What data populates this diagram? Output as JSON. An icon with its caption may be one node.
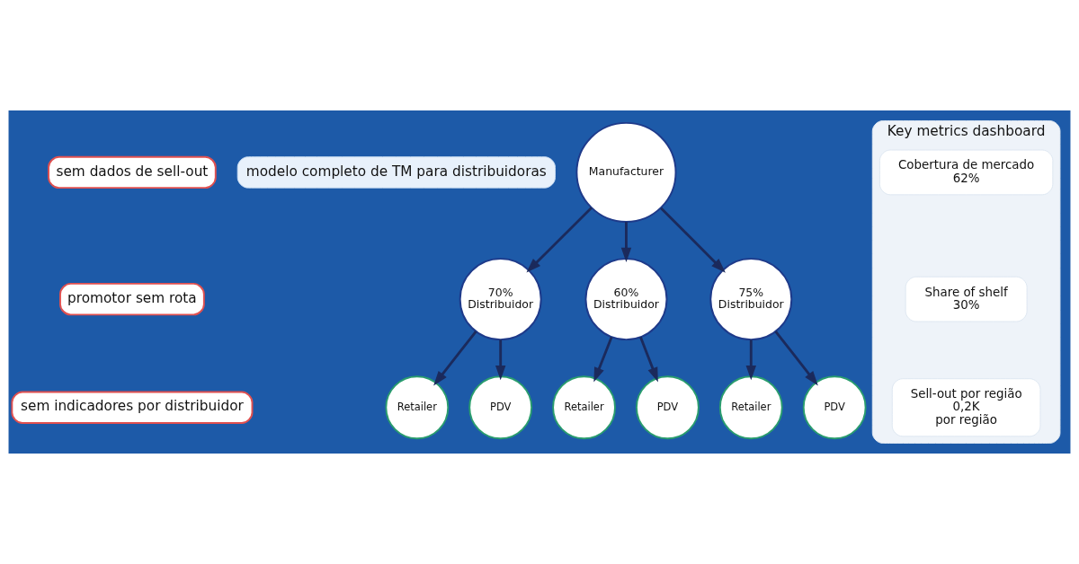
{
  "diagram": {
    "nodes": [
      {
        "text": [
          "sem dados de sell-out"
        ]
      },
      {
        "text": [
          "promotor sem rota"
        ]
      },
      {
        "text": [
          "sem indicadores por distribuidor"
        ]
      },
      {
        "text": [
          "modelo completo de TM para distribuidoras"
        ]
      },
      {
        "text": [
          "Manufacturer"
        ]
      },
      {
        "text": [
          "70%",
          "Distribuidor"
        ]
      },
      {
        "text": [
          "60%",
          "Distribuidor"
        ]
      },
      {
        "text": [
          "75%",
          "Distribuidor"
        ]
      },
      {
        "text": [
          "Retailer"
        ]
      },
      {
        "text": [
          "PDV"
        ]
      },
      {
        "text": [
          "Retailer"
        ]
      },
      {
        "text": [
          "PDV"
        ]
      },
      {
        "text": [
          "Retailer"
        ]
      },
      {
        "text": [
          "PDV"
        ]
      },
      {
        "text": [
          "Key metrics dashboard"
        ]
      },
      {
        "text": [
          "Cobertura de mercado",
          "62%"
        ],
        "in": 14
      },
      {
        "text": [
          "Share of shelf",
          "30%"
        ],
        "in": 14
      },
      {
        "text": [
          "Sell-out por região",
          "0,2K",
          "por região"
        ],
        "in": 14
      }
    ],
    "edges": [
      {
        "from": 4,
        "to": 5,
        "arrow": "to"
      },
      {
        "from": 4,
        "to": 6,
        "arrow": "to"
      },
      {
        "from": 4,
        "to": 7,
        "arrow": "to"
      },
      {
        "from": 5,
        "to": 8,
        "arrow": "to"
      },
      {
        "from": 5,
        "to": 9,
        "arrow": "to"
      },
      {
        "from": 6,
        "to": 10,
        "arrow": "to"
      },
      {
        "from": 6,
        "to": 11,
        "arrow": "to"
      },
      {
        "from": 7,
        "to": 12,
        "arrow": "to"
      },
      {
        "from": 7,
        "to": 13,
        "arrow": "to"
      }
    ]
  }
}
